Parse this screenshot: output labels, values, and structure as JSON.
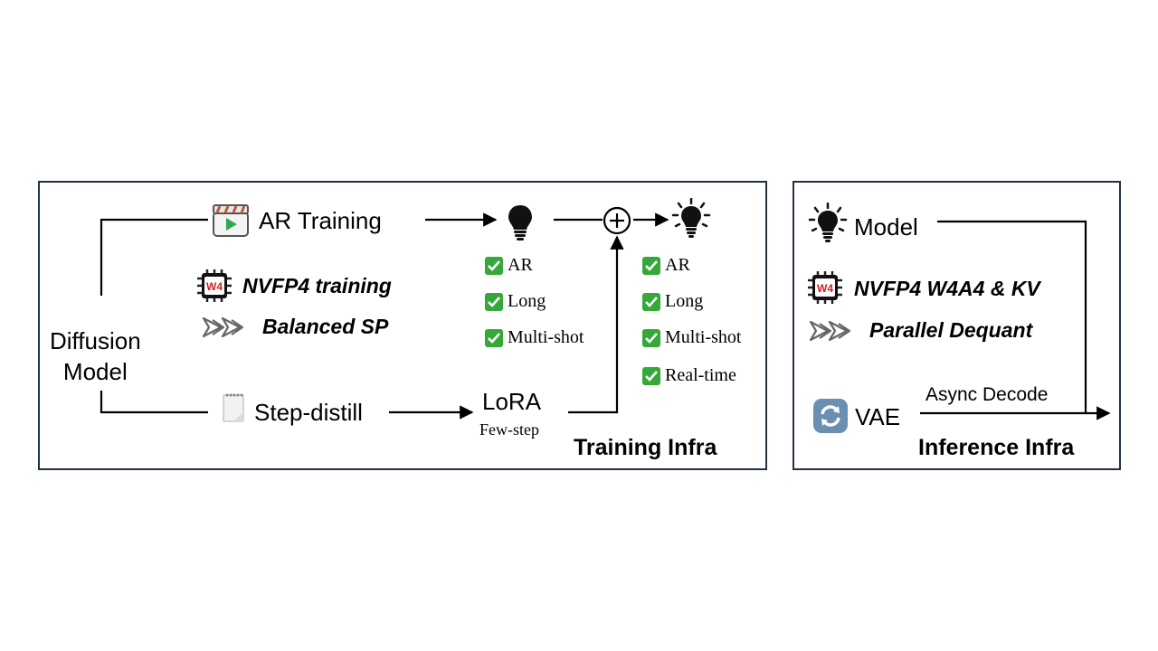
{
  "training": {
    "source_line1": "Diffusion",
    "source_line2": "Model",
    "ar_training": "AR Training",
    "nvfp4_training": "NVFP4 training",
    "balanced_sp": "Balanced SP",
    "step_distill": "Step-distill",
    "lora": "LoRA",
    "few_step": "Few-step",
    "checks_left": [
      "AR",
      "Long",
      "Multi-shot"
    ],
    "checks_right": [
      "AR",
      "Long",
      "Multi-shot",
      "Real-time"
    ],
    "title": "Training Infra"
  },
  "inference": {
    "model": "Model",
    "nvfp4_kv": "NVFP4 W4A4 & KV",
    "parallel_dequant": "Parallel Dequant",
    "vae": "VAE",
    "async_decode": "Async Decode",
    "title": "Inference Infra"
  },
  "chip_badge": "W4",
  "colors": {
    "border": "#1f3344",
    "check_green": "#36a83a",
    "chip_red": "#d21d1d",
    "vae_blue": "#6a8fb0"
  },
  "icons": [
    "clapperboard-play-icon",
    "chip-w4-icon",
    "fast-forward-icon",
    "notepad-icon",
    "lightbulb-icon",
    "glowing-lightbulb-icon",
    "plus-circle-icon",
    "refresh-icon",
    "check-icon"
  ]
}
